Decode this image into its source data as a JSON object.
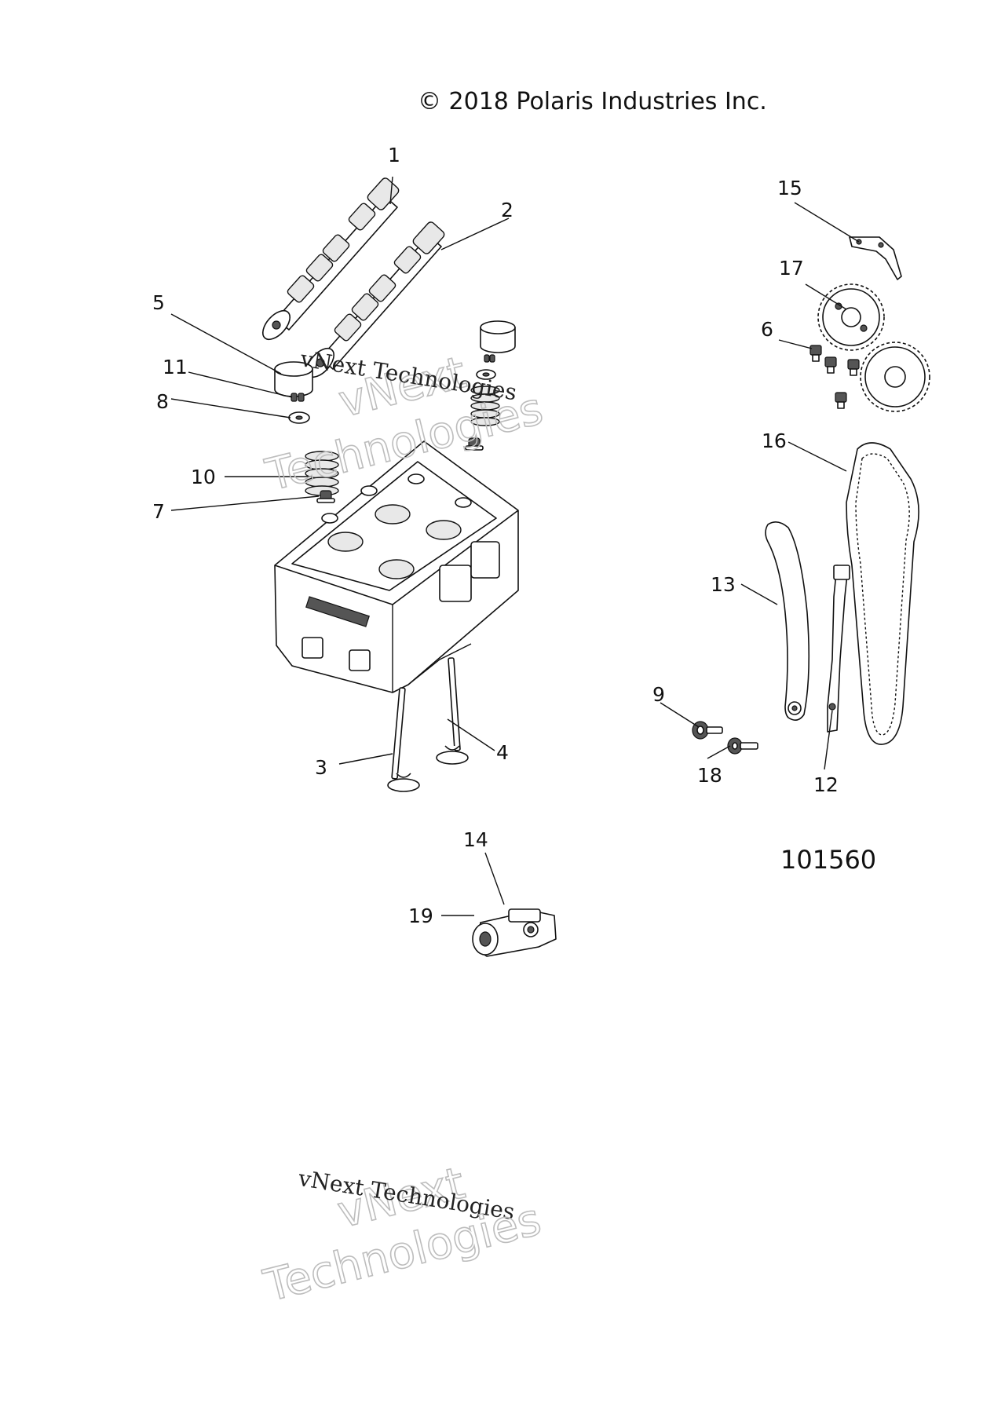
{
  "copyright": "© 2018 Polaris Industries Inc.",
  "figure_number": "101560",
  "watermark": {
    "line1": "vNext Technologies",
    "outline_top": "vNext",
    "outline_bottom": "Technologies"
  },
  "callouts": {
    "c1": "1",
    "c2": "2",
    "c3": "3",
    "c4": "4",
    "c5": "5",
    "c6": "6",
    "c7": "7",
    "c8": "8",
    "c9": "9",
    "c10": "10",
    "c11": "11",
    "c12": "12",
    "c13": "13",
    "c14": "14",
    "c15": "15",
    "c16": "16",
    "c17": "17",
    "c18": "18",
    "c19": "19"
  }
}
